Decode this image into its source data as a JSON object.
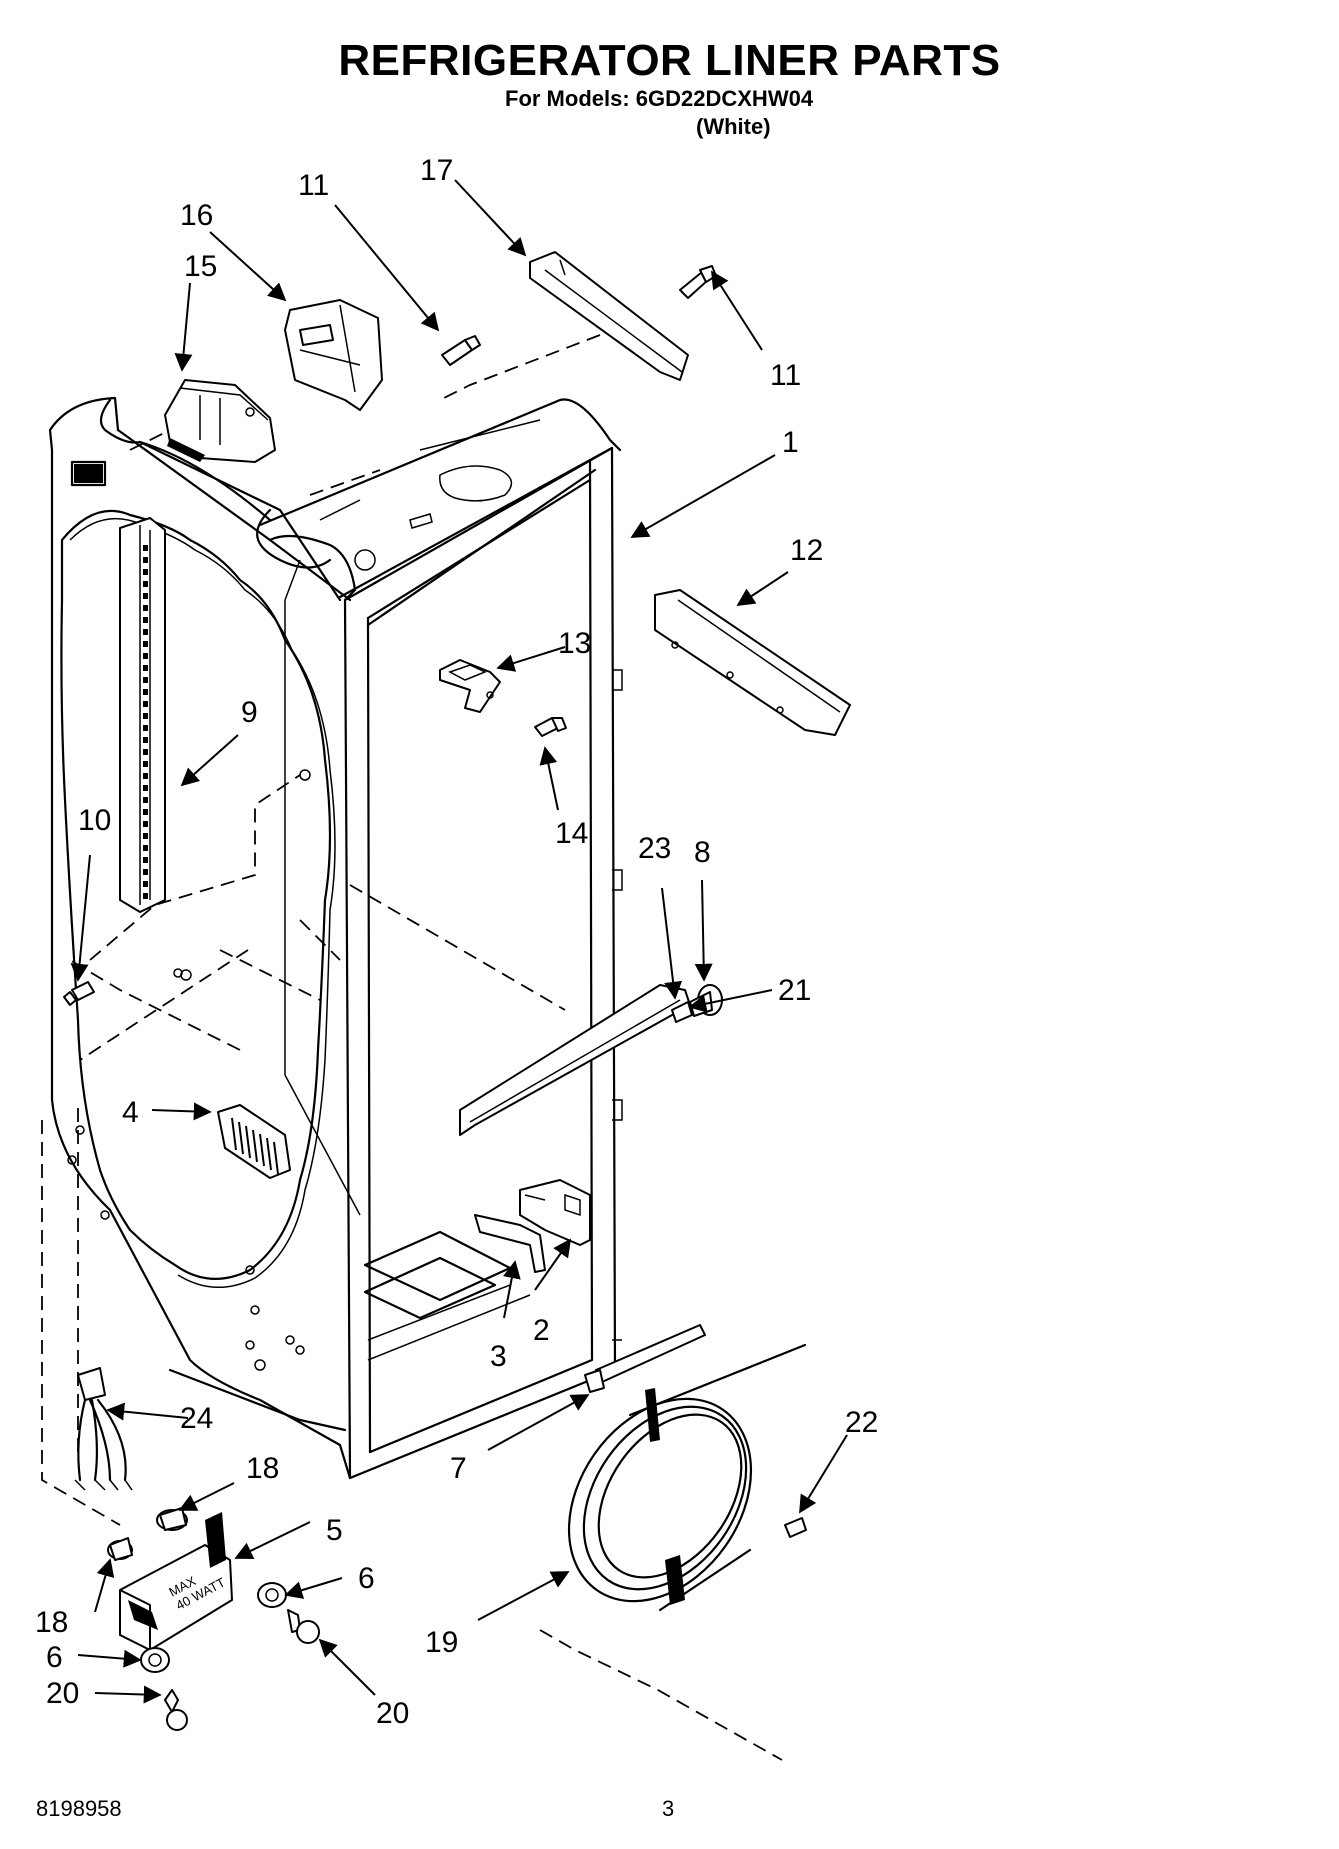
{
  "header": {
    "title": "REFRIGERATOR LINER PARTS",
    "models_line": "For Models: 6GD22DCXHW04",
    "variant": "(White)"
  },
  "footer": {
    "doc_number": "8198958",
    "page_number": "3"
  },
  "callouts": {
    "c1": "1",
    "c2": "2",
    "c3": "3",
    "c4": "4",
    "c5": "5",
    "c6a": "6",
    "c6b": "6",
    "c7": "7",
    "c8": "8",
    "c9": "9",
    "c10": "10",
    "c11a": "11",
    "c11b": "11",
    "c12": "12",
    "c13": "13",
    "c14": "14",
    "c15": "15",
    "c16": "16",
    "c17": "17",
    "c18a": "18",
    "c18b": "18",
    "c19": "19",
    "c20a": "20",
    "c20b": "20",
    "c21": "21",
    "c22": "22",
    "c23": "23",
    "c24": "24"
  },
  "lamp_label": "MAX\n40 WATT"
}
